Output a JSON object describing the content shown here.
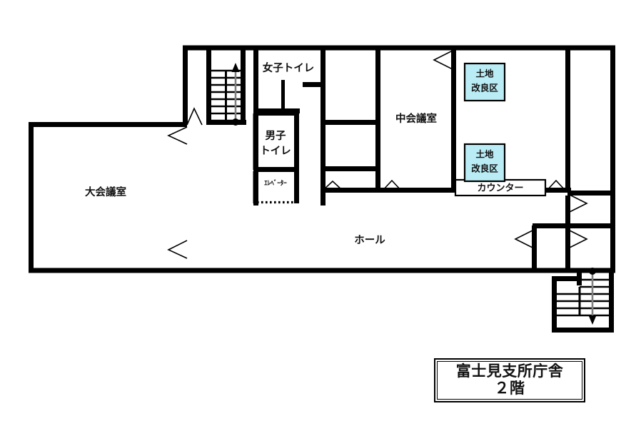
{
  "plan": {
    "title_line_1": "富士見支所庁舎",
    "title_line_2": "２階",
    "rooms": [
      {
        "id": "large-meeting-room",
        "label": "大会議室"
      },
      {
        "id": "medium-meeting-room",
        "label": "中会議室"
      },
      {
        "id": "hall",
        "label": "ホール"
      },
      {
        "id": "womens-toilet",
        "label": "女子トイレ"
      },
      {
        "id": "mens-toilet",
        "label": "男子\nトイレ"
      },
      {
        "id": "elevator",
        "label": "ｴﾚﾍﾞｰﾀｰ"
      }
    ],
    "labels": {
      "large_meeting_room": "大会議室",
      "medium_meeting_room": "中会議室",
      "hall": "ホール",
      "womens_toilet": "女子トイレ",
      "mens_toilet_line_1": "男子",
      "mens_toilet_line_2": "トイレ",
      "elevator": "ｴﾚﾍﾞｰﾀｰ",
      "counter": "カウンター",
      "land_improvement_1_line_1": "土地",
      "land_improvement_1_line_2": "改良区",
      "land_improvement_2_line_1": "土地",
      "land_improvement_2_line_2": "改良区"
    },
    "highlight_boxes": [
      {
        "id": "land-improvement-district-upper",
        "line_1": "土地",
        "line_2": "改良区",
        "fill": "#b9ecf5"
      },
      {
        "id": "land-improvement-district-lower",
        "line_1": "土地",
        "line_2": "改良区",
        "fill": "#b9ecf5"
      }
    ],
    "counter": {
      "label": "カウンター"
    },
    "stairs": [
      {
        "id": "stair-upper-left",
        "direction": "up"
      },
      {
        "id": "stair-lower-right",
        "direction": "down"
      }
    ],
    "colors": {
      "wall": "#000000",
      "highlight_fill": "#b9ecf5",
      "background": "#ffffff",
      "stair_arrow": "#808080"
    }
  }
}
